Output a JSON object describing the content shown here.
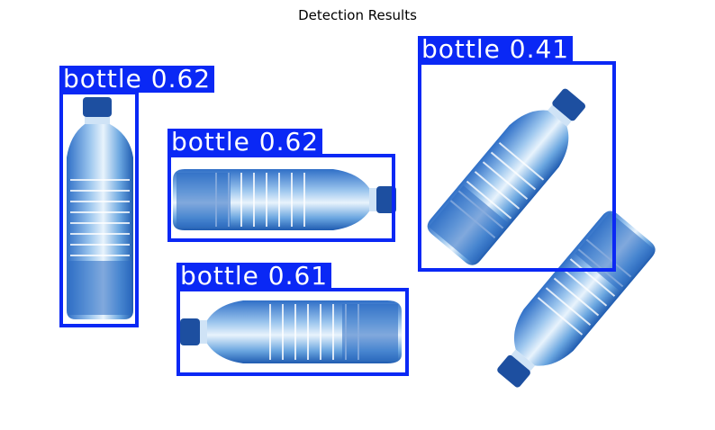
{
  "title": "Detection Results",
  "box_color": "#0a28f5",
  "detections": [
    {
      "label": "bottle 0.62",
      "class": "bottle",
      "confidence": 0.62,
      "orientation": "vertical, cap up"
    },
    {
      "label": "bottle 0.62",
      "class": "bottle",
      "confidence": 0.62,
      "orientation": "horizontal, cap right"
    },
    {
      "label": "bottle 0.61",
      "class": "bottle",
      "confidence": 0.61,
      "orientation": "horizontal, cap left"
    },
    {
      "label": "bottle 0.41",
      "class": "bottle",
      "confidence": 0.41,
      "orientation": "diagonal, cap upper-right"
    }
  ],
  "undetected_objects": [
    {
      "object": "bottle",
      "orientation": "diagonal, cap lower-left"
    }
  ]
}
